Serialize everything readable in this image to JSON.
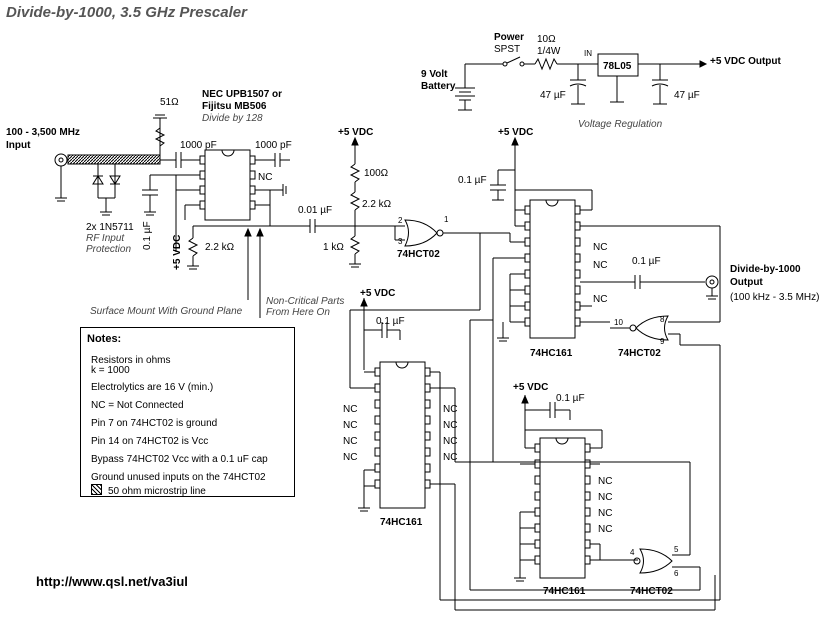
{
  "title": "Divide-by-1000, 3.5 GHz Prescaler",
  "url": "http://www.qsl.net/va3iul",
  "labels": {
    "input_line1": "100 - 3,500 MHz",
    "input_line2": "Input",
    "r51": "51Ω",
    "c1000a": "1000 pF",
    "c1000b": "1000 pF",
    "prescaler_line1": "NEC UPB1507 or",
    "prescaler_line2": "Fijitsu MB506",
    "prescaler_line3": "Divide by 128",
    "nc": "NC",
    "diodes": "2x 1N5711",
    "rf_protect1": "RF Input",
    "rf_protect2": "Protection",
    "c01_left": "0.1 µF",
    "vdc5": "+5 VDC",
    "r2k2_left": "2.2 kΩ",
    "c001": "0.01 µF",
    "r100": "100Ω",
    "r2k2_mid": "2.2 kΩ",
    "r1k": "1 kΩ",
    "ic_74hct02": "74HCT02",
    "ic_74hc161": "74HC161",
    "c01": "0.1 µF",
    "surface_mount": "Surface Mount With Ground Plane",
    "noncritical1": "Non-Critical Parts",
    "noncritical2": "From Here On",
    "power1": "Power",
    "power2": "SPST",
    "r10": "10Ω",
    "r10w": "1/4W",
    "in": "IN",
    "reg": "78L05",
    "vout": "+5 VDC Output",
    "battery1": "9 Volt",
    "battery2": "Battery",
    "c47": "47 µF",
    "voltage_reg": "Voltage Regulation",
    "output_line1": "Divide-by-1000",
    "output_line2": "Output",
    "output_line3": "(100 kHz - 3.5 MHz)",
    "pin1": "1",
    "pin2": "2",
    "pin3": "3",
    "pin4": "4",
    "pin5": "5",
    "pin6": "6",
    "pin8": "8",
    "pin9": "9",
    "pin10": "10"
  },
  "notes": {
    "heading": "Notes:",
    "lines": [
      "Resistors in ohms",
      "k = 1000",
      "Electrolytics are 16 V (min.)",
      "NC = Not Connected",
      "Pin 7 on 74HCT02 is ground",
      "Pin 14 on 74HCT02 is Vcc",
      "Bypass 74HCT02 Vcc with a 0.1 uF cap",
      "Ground unused inputs on the 74HCT02",
      "50 ohm microstrip line"
    ]
  }
}
